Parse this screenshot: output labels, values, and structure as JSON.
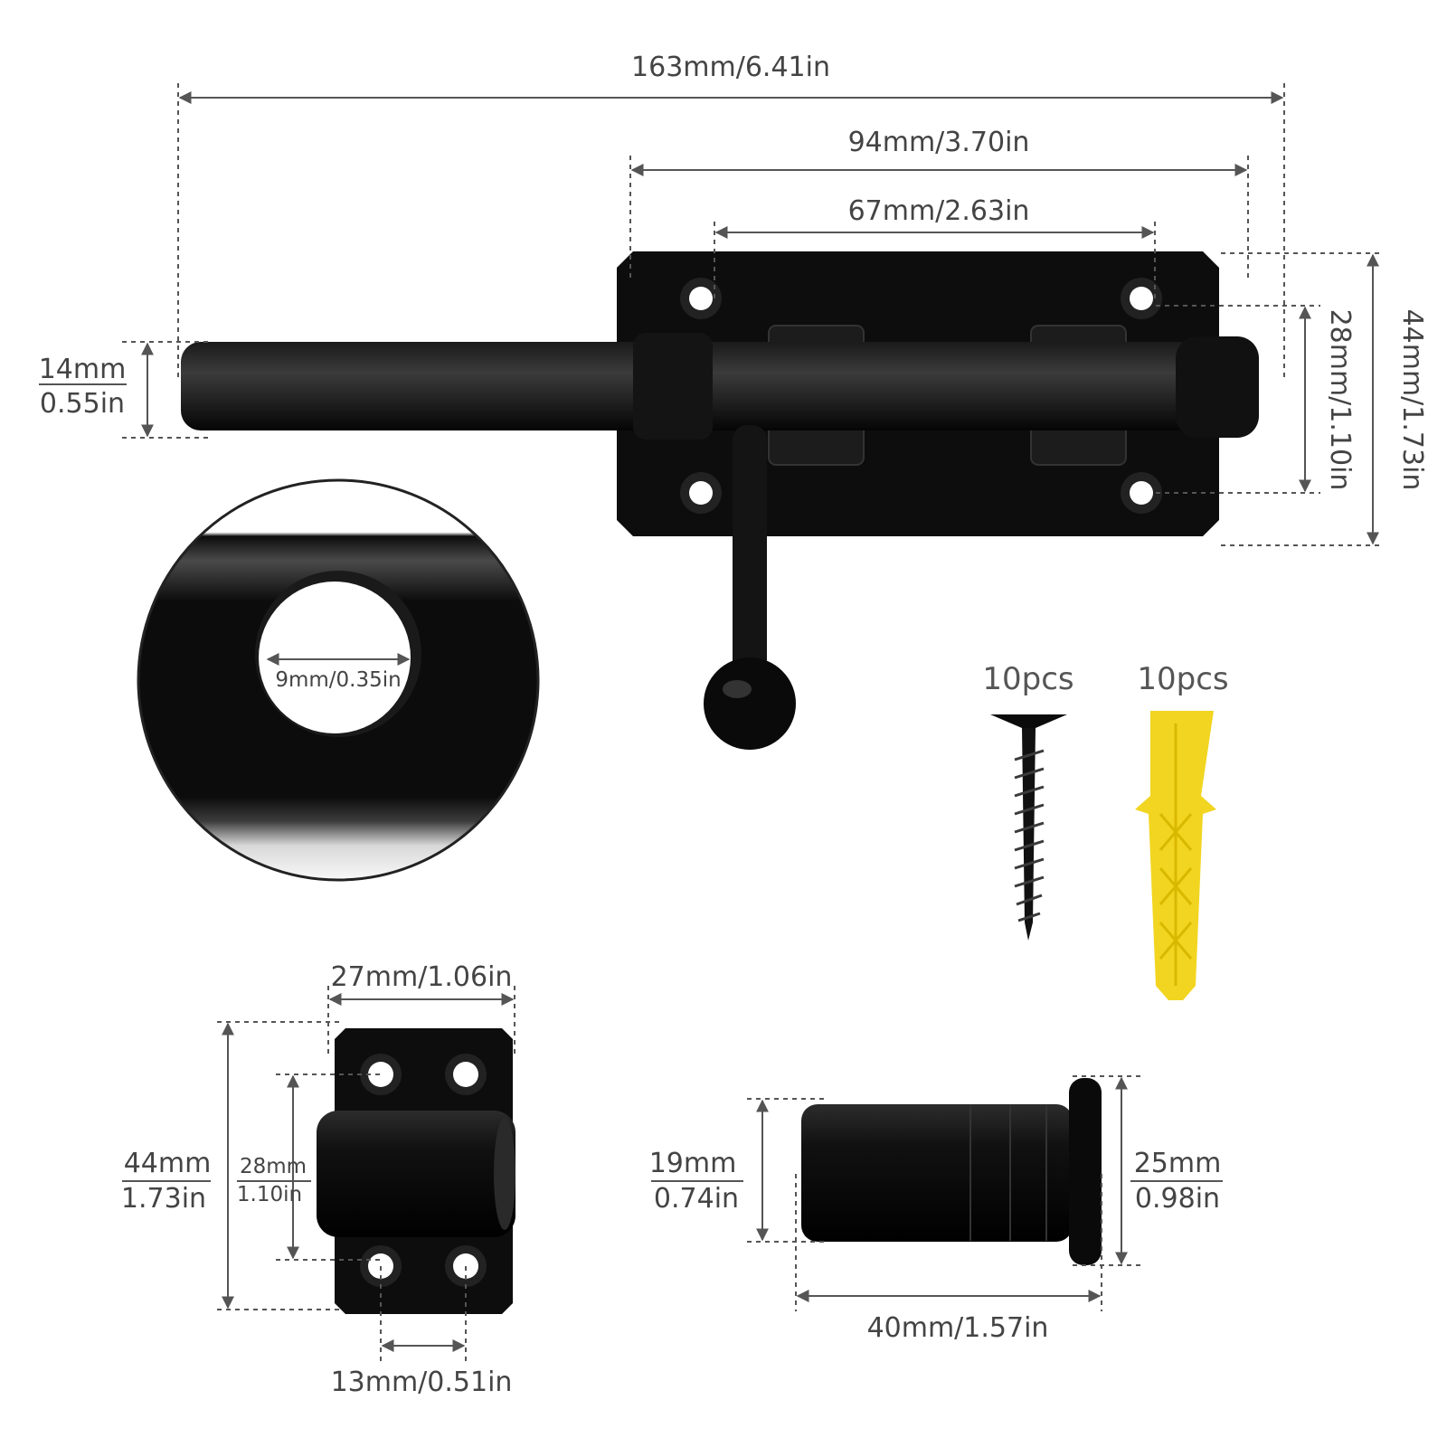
{
  "colors": {
    "hardware": "#0d0d0d",
    "hardware_highlight": "#3a3a3a",
    "dimension_line": "#555555",
    "anchor": "#f2d520",
    "label": "#444444"
  },
  "bolt_latch": {
    "overall_length": "163mm/6.41in",
    "plate_length": "94mm/3.70in",
    "hole_spacing": "67mm/2.63in",
    "plate_height": "44mm/1.73in",
    "vertical_hole_spacing": "28mm/1.10in",
    "bolt_diameter_mm": "14mm",
    "bolt_diameter_in": "0.55in"
  },
  "detail_callout": {
    "hole_diameter": "9mm/0.35in"
  },
  "accessories": {
    "screw_count": "10pcs",
    "anchor_count": "10pcs",
    "screw_icon": "screw-icon",
    "anchor_icon": "wall-anchor-icon"
  },
  "keeper": {
    "width": "27mm/1.06in",
    "height_mm": "44mm",
    "height_in": "1.73in",
    "hole_spacing_mm": "28mm",
    "hole_spacing_in": "1.10in",
    "horizontal_hole_spacing": "13mm/0.51in"
  },
  "socket": {
    "body_diameter_mm": "19mm",
    "body_diameter_in": "0.74in",
    "flange_diameter_mm": "25mm",
    "flange_diameter_in": "0.98in",
    "length": "40mm/1.57in"
  }
}
